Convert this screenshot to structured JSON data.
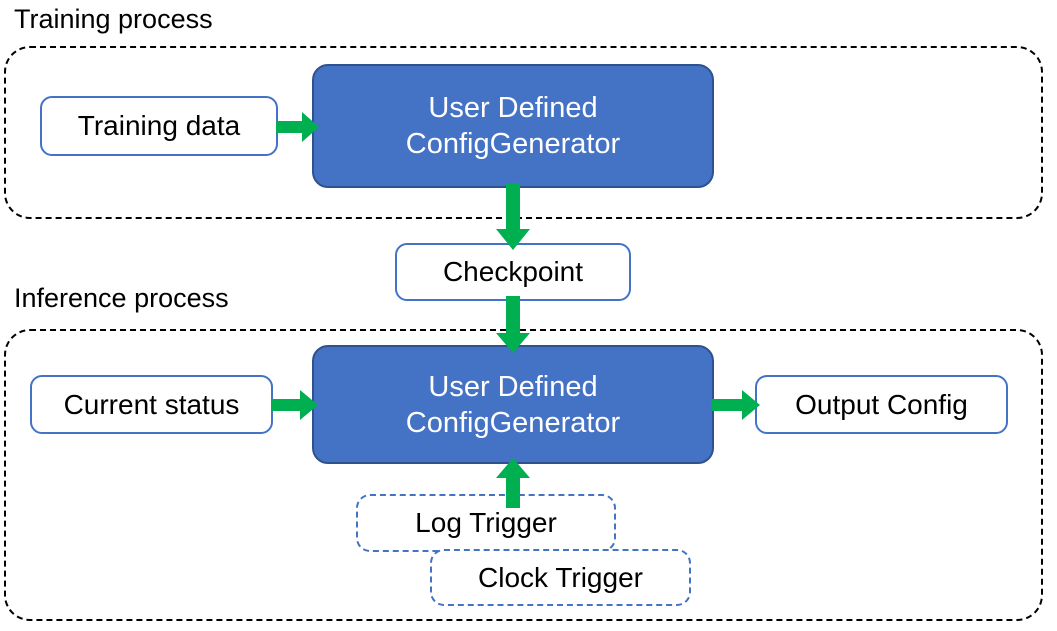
{
  "diagram": {
    "title_training": "Training process",
    "title_inference": "Inference process",
    "colors": {
      "primary_fill": "#4472C4",
      "primary_stroke": "#2F528F",
      "box_stroke": "#4472C4",
      "arrow": "#00B050",
      "container_stroke": "#000000",
      "text_dark": "#000000",
      "text_light": "#FFFFFF"
    },
    "training": {
      "label": "Training process",
      "nodes": {
        "training_data": "Training data",
        "generator": "User Defined\nConfigGenerator"
      }
    },
    "bridge": {
      "checkpoint": "Checkpoint"
    },
    "inference": {
      "label": "Inference process",
      "nodes": {
        "current_status": "Current status",
        "generator": "User Defined\nConfigGenerator",
        "output_config": "Output Config",
        "log_trigger": "Log Trigger",
        "clock_trigger": "Clock Trigger"
      }
    },
    "edges": [
      {
        "name": "training-data-to-generator",
        "from": "Training data",
        "to": "User Defined ConfigGenerator",
        "direction": "right"
      },
      {
        "name": "generator-to-checkpoint",
        "from": "User Defined ConfigGenerator",
        "to": "Checkpoint",
        "direction": "down"
      },
      {
        "name": "checkpoint-to-generator",
        "from": "Checkpoint",
        "to": "User Defined ConfigGenerator",
        "direction": "down"
      },
      {
        "name": "status-to-generator",
        "from": "Current status",
        "to": "User Defined ConfigGenerator",
        "direction": "right"
      },
      {
        "name": "generator-to-output",
        "from": "User Defined ConfigGenerator",
        "to": "Output Config",
        "direction": "right"
      },
      {
        "name": "trigger-to-generator",
        "from": "Log Trigger / Clock Trigger",
        "to": "User Defined ConfigGenerator",
        "direction": "up"
      }
    ]
  }
}
